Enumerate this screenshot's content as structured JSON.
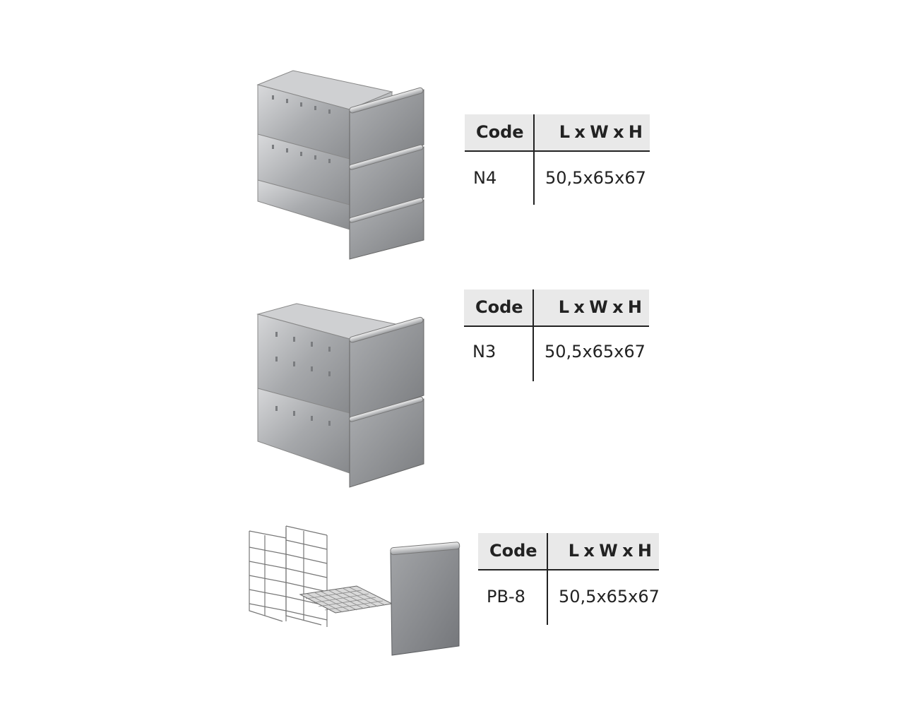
{
  "tables": [
    {
      "header_code": "Code",
      "header_dimensions": "L x W x H",
      "code": "N4",
      "dimensions": "50,5x65x67"
    },
    {
      "header_code": "Code",
      "header_dimensions": "L x W x H",
      "code": "N3",
      "dimensions": "50,5x65x67"
    },
    {
      "header_code": "Code",
      "header_dimensions": "L x W x H",
      "code": "PB-8",
      "dimensions": "50,5x65x67"
    }
  ]
}
